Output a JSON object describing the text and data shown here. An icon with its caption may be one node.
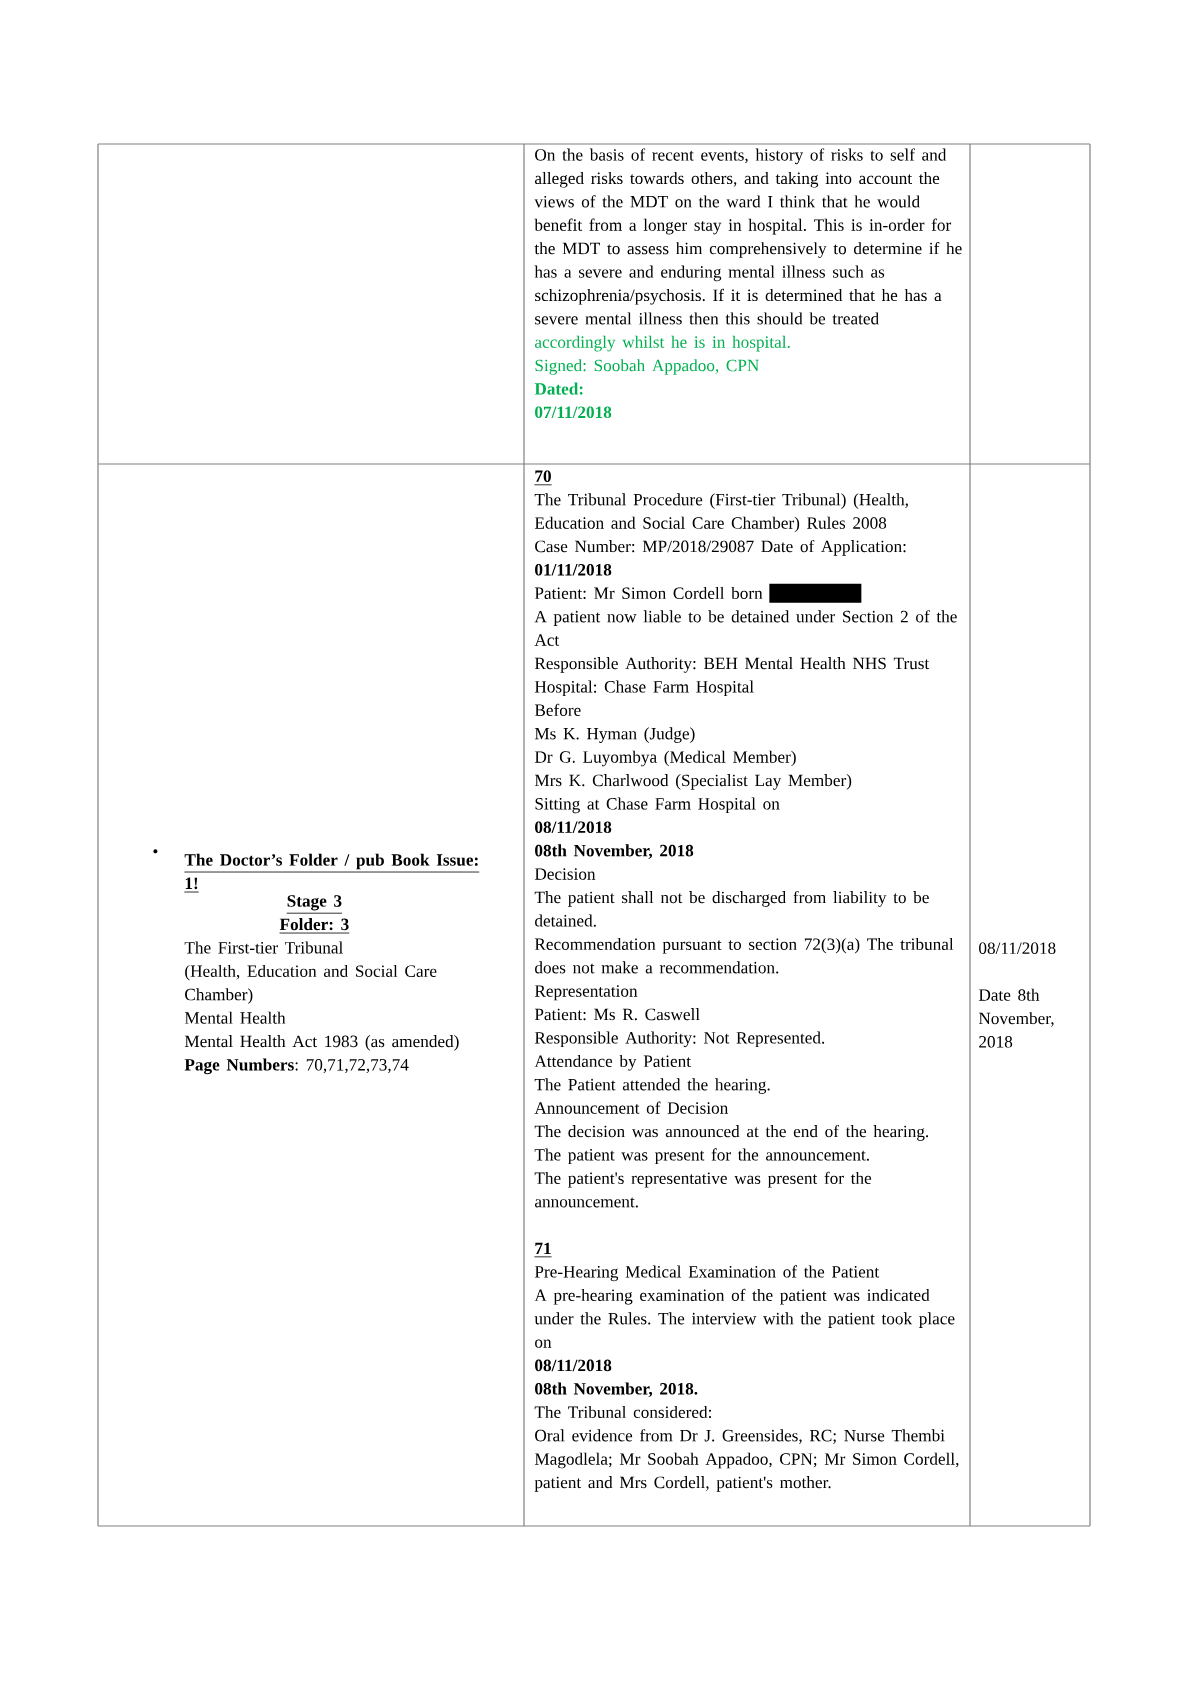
{
  "diagram": {
    "labels": [
      "On the basis of recent events, history of risks to self and alleged risks towards others, and taking into account the views of the MDT on the ward I think that he would benefit from a longer stay in hospital. This is in-order for the MDT to assess him comprehensively to determine if he has a severe and enduring mental illness such as schizophrenia/psychosis. If it is determined that he has a severe mental illness then this should be treated",
      "accordingly whilst he is in hospital.",
      "Signed: Soobah Appadoo, CPN",
      "Dated:",
      "07/11/2018",
      "•",
      "The Doctor’s Folder / pub Book Issue: 1!",
      "Stage 3",
      "Folder: 3",
      "The First-tier Tribunal",
      "(Health, Education and Social Care Chamber)",
      "Mental Health",
      "Mental Health Act 1983 (as amended)",
      "**Page Numbers**: 70,71,72,73,74",
      "70",
      "The Tribunal Procedure (First-tier Tribunal) (Health, Education and Social Care Chamber) Rules 2008",
      "Case Number: MP/2018/29087 Date of Application:",
      "01/11/2018",
      "Patient: Mr Simon Cordell born",
      "A patient now liable to be detained under Section 2 of the Act",
      "Responsible Authority: BEH Mental Health NHS Trust Hospital: Chase Farm Hospital",
      "Before",
      "Ms K. Hyman (Judge)",
      "Dr G. Luyombya (Medical Member)",
      "Mrs K. Charlwood (Specialist Lay Member)",
      "Sitting at Chase Farm Hospital on",
      "08/11/2018",
      "08th November, 2018",
      "Decision",
      "The patient shall not be discharged from liability to be detained.",
      "Recommendation pursuant to section 72(3)(a) The tribunal does not make a recommendation.",
      "Representation",
      "Patient: Ms R. Caswell",
      "Responsible Authority: Not Represented.",
      "Attendance by Patient",
      "The Patient attended the hearing.",
      "Announcement of Decision",
      "The decision was announced at the end of the hearing.",
      "The patient was present for the announcement.",
      "The patient's representative was present for the announcement.",
      "71",
      "Pre-Hearing Medical Examination of the Patient",
      "A pre-hearing examination of the patient was indicated under the Rules. The interview with the patient took place on",
      "08/11/2018",
      "08th November, 2018.",
      "The Tribunal considered:",
      "Oral evidence from Dr J. Greensides, RC; Nurse Thembi Magodlela; Mr Soobah Appadoo, CPN; Mr Simon Cordell, patient and Mrs Cordell, patient's mother.",
      "08/11/2018",
      "Date 8th November, 2018"
    ]
  }
}
